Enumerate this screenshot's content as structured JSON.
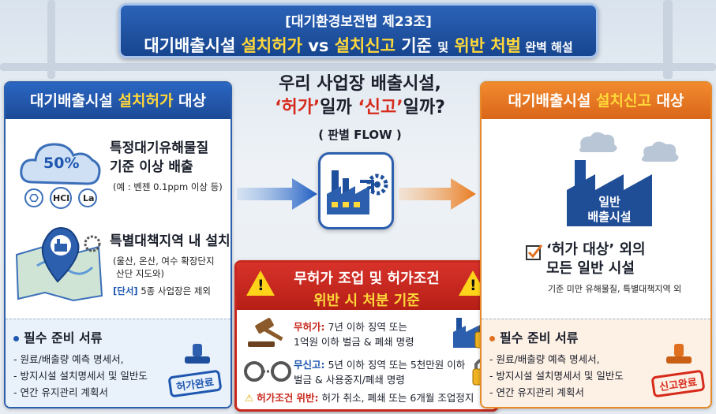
{
  "header": {
    "line1": "[대기환경보전법 제23조]",
    "line2_a": "대기배출시설 ",
    "line2_b": "설치허가",
    "line2_c": " vs ",
    "line2_d": "설치신고",
    "line2_e": " 기준 ",
    "line2_f": "및",
    "line2_g": " 위반 처벌",
    "line2_h": " 완벽 해설"
  },
  "left": {
    "title_a": "대기배출시설 ",
    "title_b": "설치허가",
    "title_c": " 대상",
    "cloud_percent": "50%",
    "chem1": "HCl",
    "chem2": "La",
    "item1_l1": "특정대기유해물질",
    "item1_l2": "기준 이상 배출",
    "item1_note": "(예 : 벤젠 0.1ppm 이상 등)",
    "item2_title": "특별대책지역 내 설치",
    "item2_l1": "(울산, 온산, 여수 확장단지",
    "item2_l2": "산단 지도와)",
    "item2_tag": "[단서]",
    "item2_tail": " 5종 사업장은 제외",
    "req_title": "필수 준비 서류",
    "req": [
      "- 원료/배출량 예측 명세서,",
      "- 방지시설 설치명세서 및 일반도",
      "- 연간 유지관리 계획서"
    ],
    "stamp": "허가완료"
  },
  "center": {
    "q1": "우리 사업장 배출시설,",
    "q2_a": "‘허가’",
    "q2_b": "일까 ",
    "q2_c": "‘신고’",
    "q2_d": "일까?",
    "flow": "( 판별 FLOW )"
  },
  "warning": {
    "title1": "무허가 조업 및 허가조건",
    "title2": "위반 시 처분 기준",
    "r1_key": "무허가:",
    "r1_l1": " 7년 이하 징역 또는",
    "r1_l2": "1억원 이하 벌금 & 폐쇄 명령",
    "r2_key": "무신고:",
    "r2_l1": " 5년 이하 징역 또는 5천만원 이하",
    "r2_l2": "벌금 & 사용중지/폐쇄 명령",
    "r3_key": "허가조건 위반:",
    "r3_text": " 허가 취소, 폐쇄 또는 6개월 조업정지"
  },
  "right": {
    "title_a": "대기배출시설 ",
    "title_b": "설치신고",
    "title_c": " 대상",
    "factory_l1": "일반",
    "factory_l2": "배출시설",
    "check_l1": "‘허가 대상’ 외의",
    "check_l2": "모든 일반 시설",
    "note": "기준 미만 유해물질, 특별대책지역 외",
    "req_title": "필수 준비 서류",
    "req": [
      "- 원료/배출량 예측 명세서,",
      "- 방지시설 설치명세서 및 일반도",
      "- 연간 유지관리 계획서"
    ],
    "stamp": "신고완료"
  },
  "colors": {
    "blue": "#1e57b0",
    "orange": "#e6892a",
    "red": "#d62b1c",
    "yellow": "#ffd83a"
  }
}
